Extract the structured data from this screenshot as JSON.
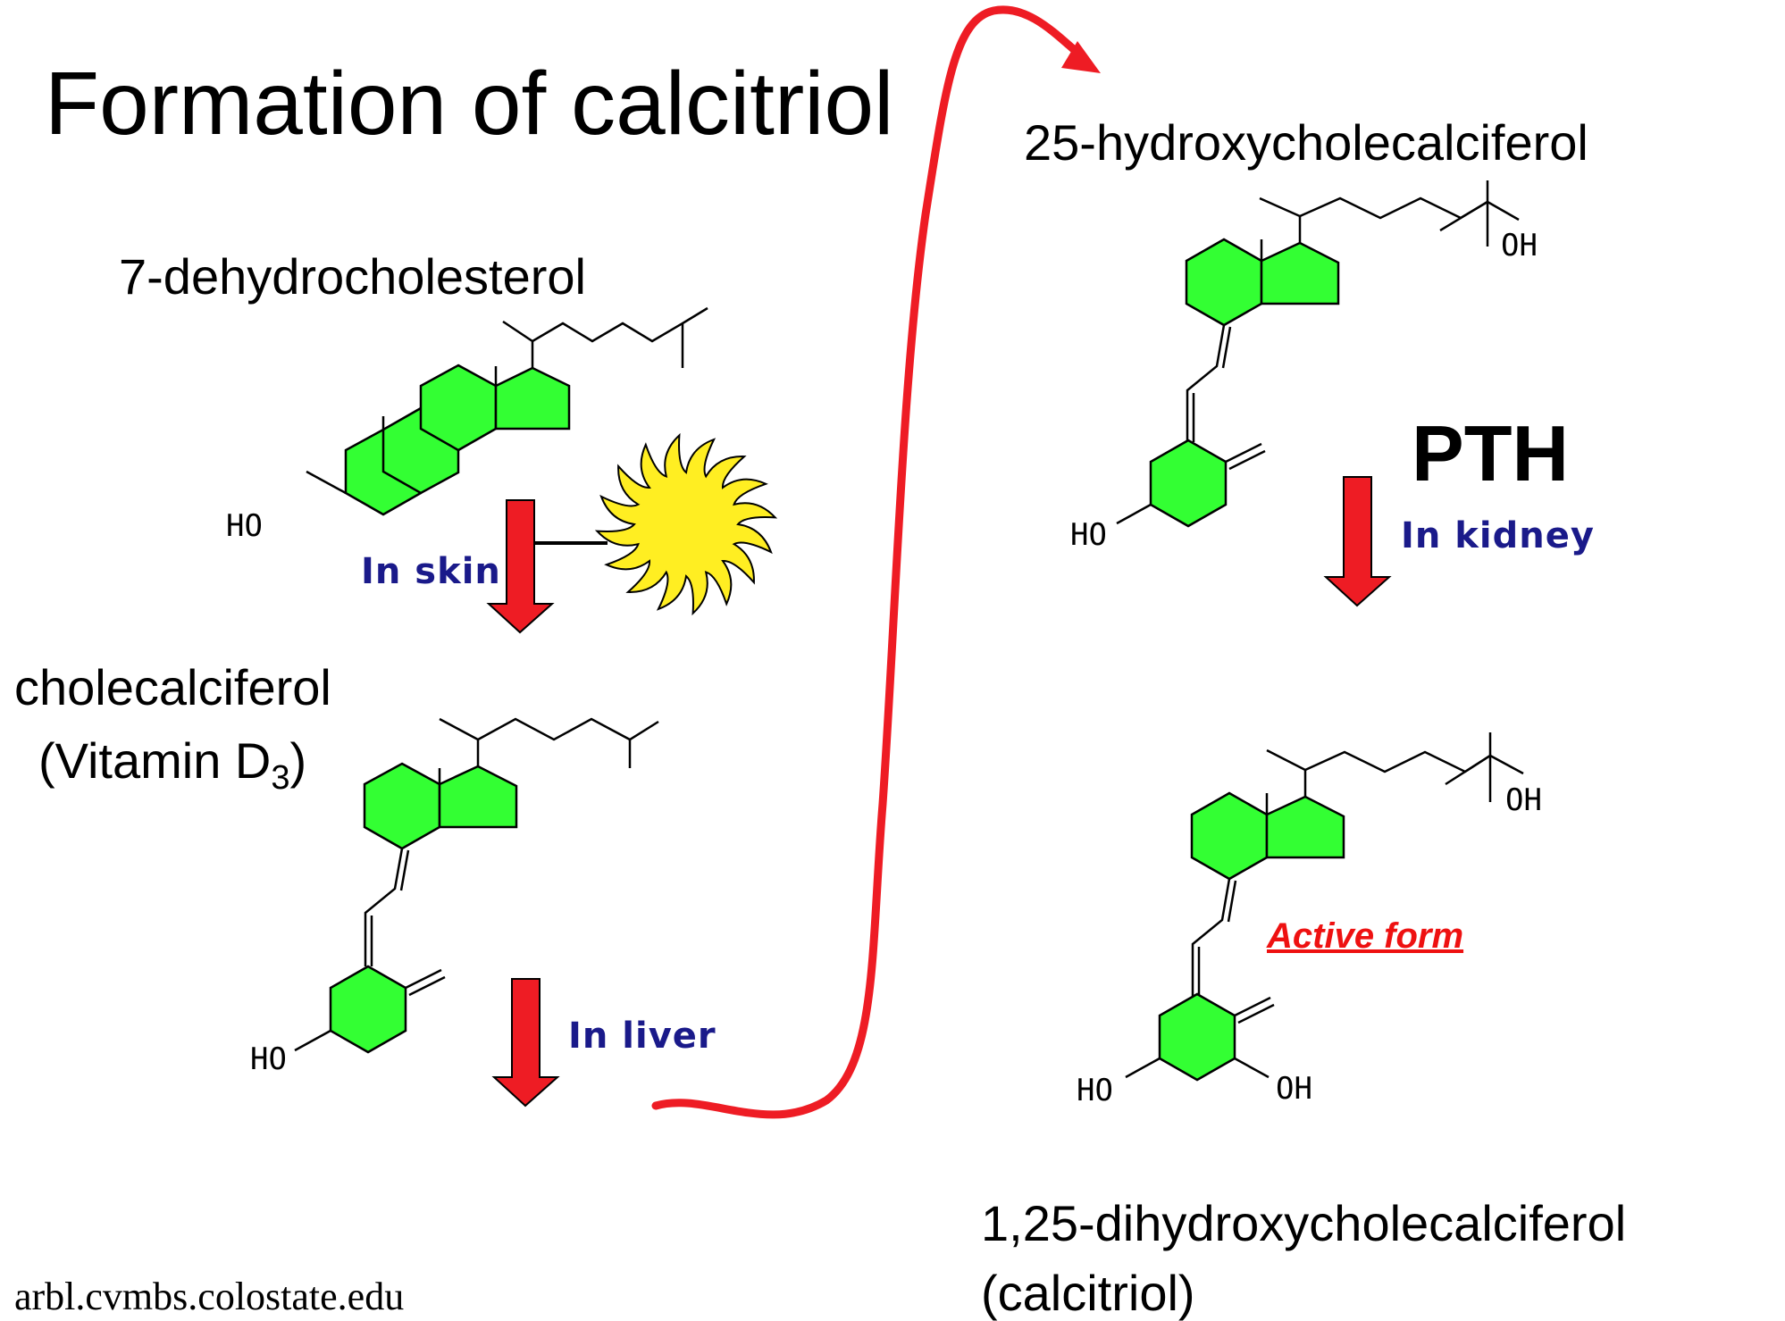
{
  "title": "Formation of calcitriol",
  "compounds": {
    "dehydrocholesterol": "7-dehydrocholesterol",
    "cholecalciferol": "cholecalciferol",
    "vitamin_d3_prefix": "(Vitamin D",
    "vitamin_d3_sub": "3",
    "vitamin_d3_suffix": ")",
    "hydroxy": "25-hydroxycholecalciferol",
    "dihydroxy": "1,25-dihydroxycholecalciferol",
    "calcitriol": "(calcitriol)"
  },
  "steps": {
    "skin": "In skin",
    "liver": "In liver",
    "kidney": "In kidney"
  },
  "regulator": "PTH",
  "active_form": "Active form",
  "atoms": {
    "ho": "HO",
    "oh": "OH"
  },
  "source": "arbl.cvmbs.colostate.edu",
  "colors": {
    "ring_fill": "#33ff33",
    "arrow_red": "#ee1c24",
    "step_text": "#1a1a8a",
    "sun_fill": "#ffee22"
  },
  "icons": {
    "sun": "sun-icon",
    "down_arrow": "down-arrow-icon",
    "curved_arrow": "curved-arrow-icon"
  }
}
